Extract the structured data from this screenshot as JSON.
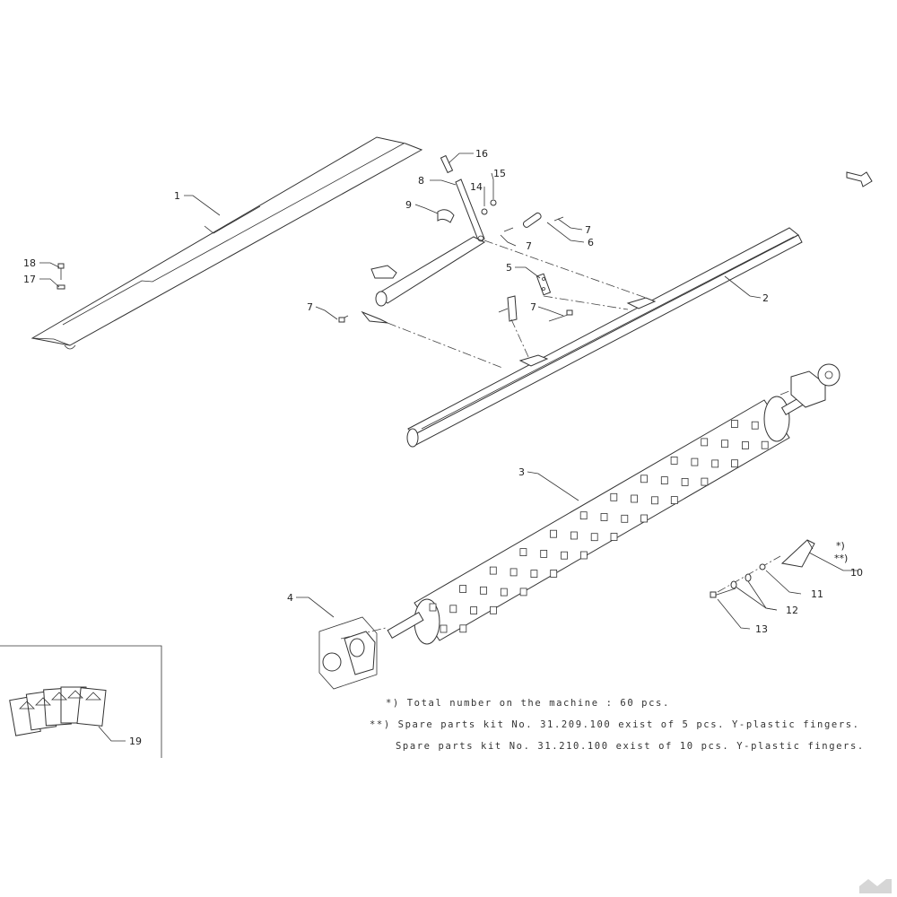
{
  "callouts": [
    {
      "id": "c1",
      "text": "1"
    },
    {
      "id": "c2",
      "text": "2"
    },
    {
      "id": "c3",
      "text": "3"
    },
    {
      "id": "c4",
      "text": "4"
    },
    {
      "id": "c5",
      "text": "5"
    },
    {
      "id": "c6",
      "text": "6"
    },
    {
      "id": "c7a",
      "text": "7"
    },
    {
      "id": "c7b",
      "text": "7"
    },
    {
      "id": "c7c",
      "text": "7"
    },
    {
      "id": "c7d",
      "text": "7"
    },
    {
      "id": "c8",
      "text": "8"
    },
    {
      "id": "c9",
      "text": "9"
    },
    {
      "id": "c10",
      "text": "10"
    },
    {
      "id": "c10m1",
      "text": "*)"
    },
    {
      "id": "c10m2",
      "text": "**)"
    },
    {
      "id": "c11",
      "text": "11"
    },
    {
      "id": "c12",
      "text": "12"
    },
    {
      "id": "c13",
      "text": "13"
    },
    {
      "id": "c14",
      "text": "14"
    },
    {
      "id": "c15",
      "text": "15"
    },
    {
      "id": "c16",
      "text": "16"
    },
    {
      "id": "c17",
      "text": "17"
    },
    {
      "id": "c18",
      "text": "18"
    },
    {
      "id": "c19",
      "text": "19"
    }
  ],
  "notes": {
    "note1": "*) Total number on the machine : 60 pcs.",
    "note2": "**) Spare parts kit No. 31.209.100 exist of 5 pcs. Y-plastic fingers.",
    "note3": "Spare parts kit No. 31.210.100 exist of 10 pcs. Y-plastic fingers."
  },
  "colors": {
    "line": "#333333",
    "background": "#ffffff",
    "watermark": "#bbbbbb"
  },
  "icons": {
    "direction_arrow": "arrow-icon",
    "watermark": "brand-watermark-icon"
  }
}
